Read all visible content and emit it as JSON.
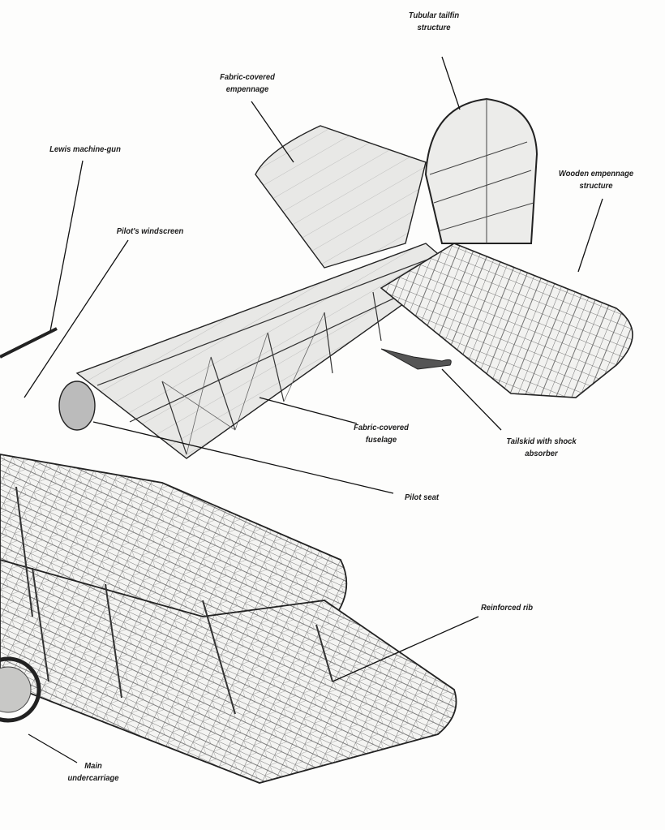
{
  "labels": {
    "tailfin": [
      "Tubular tailfin",
      "structure"
    ],
    "empennage": [
      "Fabric-covered",
      "empennage"
    ],
    "machine_gun": [
      "Lewis machine-gun"
    ],
    "wooden_empennage": [
      "Wooden empennage",
      "structure"
    ],
    "windscreen": [
      "Pilot's windscreen"
    ],
    "fuselage": [
      "Fabric-covered",
      "fuselage"
    ],
    "tailskid": [
      "Tailskid with shock",
      "absorber"
    ],
    "pilot_seat": [
      "Pilot seat"
    ],
    "reinforced_rib": [
      "Reinforced rib"
    ],
    "undercarriage": [
      "Main",
      "undercarriage"
    ]
  },
  "colors": {
    "ink": "#1a1a1a",
    "fabric": "#e6e6e4",
    "paper": "#fdfdfc"
  }
}
